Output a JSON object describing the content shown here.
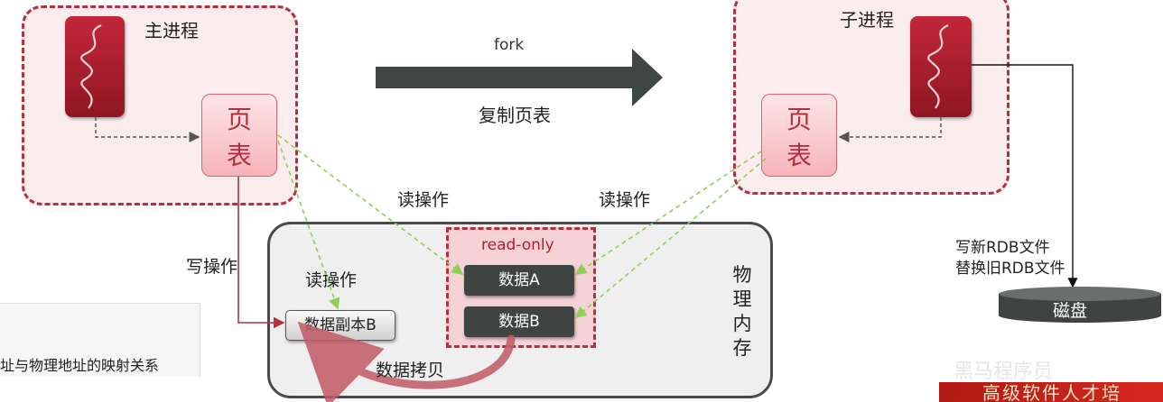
{
  "main_process": {
    "title": "主进程",
    "page_table_label_1": "页",
    "page_table_label_2": "表"
  },
  "child_process": {
    "title": "子进程",
    "page_table_label_1": "页",
    "page_table_label_2": "表"
  },
  "fork": {
    "label": "fork",
    "sublabel": "复制页表"
  },
  "operations": {
    "read_left": "读操作",
    "read_right": "读操作",
    "read_inner": "读操作",
    "write": "写操作",
    "copy": "数据拷贝"
  },
  "memory": {
    "title_chars": [
      "物",
      "理",
      "内",
      "存"
    ],
    "readonly_label": "read-only",
    "data_a": "数据A",
    "data_b": "数据B",
    "data_copy": "数据副本B"
  },
  "disk": {
    "label": "磁盘",
    "write_note_1": "写新RDB文件",
    "write_note_2": "替换旧RDB文件"
  },
  "side_note": "址与物理地址的映射关系",
  "banner": "高级软件人才培",
  "watermark": "黑马程序员",
  "colors": {
    "dashed_red": "#b5303f",
    "read_arrow": "#8fcf57",
    "write_arrow": "#b5303f",
    "fork_arrow": "#3f4745"
  }
}
